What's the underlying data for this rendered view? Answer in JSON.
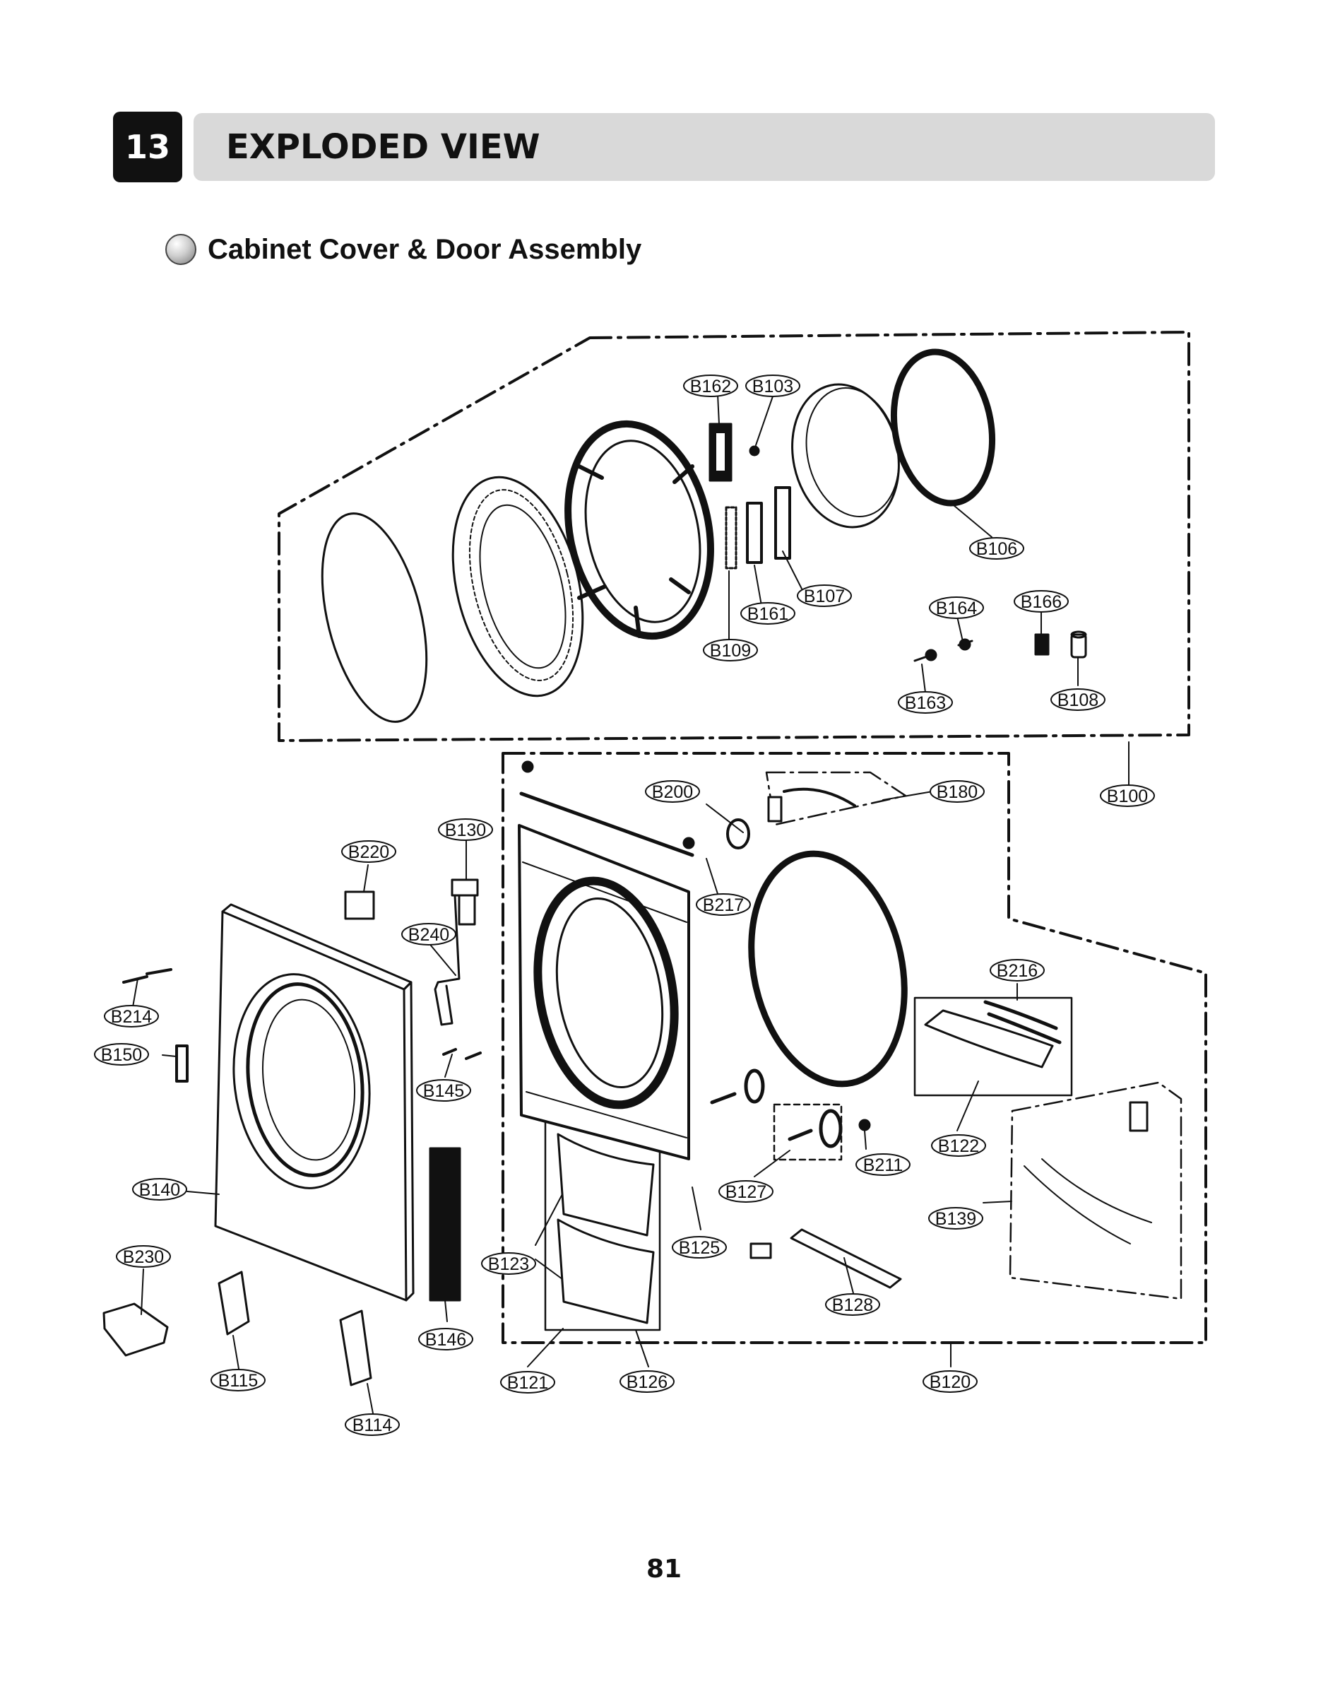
{
  "header": {
    "section_number": "13",
    "section_title": "EXPLODED VIEW"
  },
  "subtitle": "Cabinet Cover & Door Assembly",
  "page_number": "81",
  "callouts": [
    "B162",
    "B103",
    "B106",
    "B107",
    "B161",
    "B109",
    "B164",
    "B166",
    "B163",
    "B108",
    "B100",
    "B200",
    "B180",
    "B130",
    "B220",
    "B217",
    "B240",
    "B216",
    "B214",
    "B150",
    "B145",
    "B122",
    "B211",
    "B127",
    "B139",
    "B140",
    "B123",
    "B125",
    "B230",
    "B128",
    "B146",
    "B115",
    "B121",
    "B126",
    "B120",
    "B114"
  ]
}
